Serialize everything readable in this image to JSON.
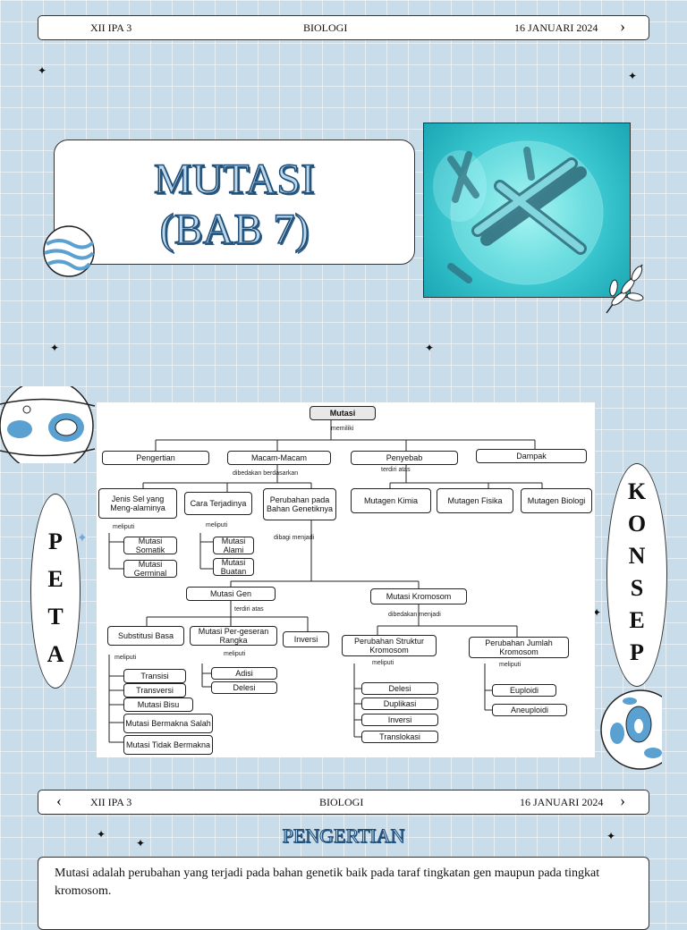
{
  "header_top": {
    "class": "XII IPA 3",
    "subject": "BIOLOGI",
    "date": "16 JANUARI 2024",
    "next": "›"
  },
  "title": {
    "line1": "MUTASI",
    "line2": "(BAB 7)"
  },
  "oval_left": {
    "letters": [
      "P",
      "E",
      "T",
      "A"
    ]
  },
  "oval_right": {
    "letters": [
      "K",
      "O",
      "N",
      "S",
      "E",
      "P"
    ]
  },
  "concept_map": {
    "root": "Mutasi",
    "root_link": "memiliki",
    "branches": [
      "Pengertian",
      "Macam-Macam",
      "Penyebab",
      "Dampak"
    ],
    "macam_link": "dibedakan berdasarkan",
    "penyebab_link": "terdiri atas",
    "macam_children": [
      "Jenis Sel yang Meng-alaminya",
      "Cara Terjadinya",
      "Perubahan pada Bahan Genetiknya"
    ],
    "penyebab_children": [
      "Mutagen Kimia",
      "Mutagen Fisika",
      "Mutagen Biologi"
    ],
    "meliputi": "meliputi",
    "jenis_sel": [
      "Mutasi Somatik",
      "Mutasi Germinal"
    ],
    "cara": [
      "Mutasi Alami",
      "Mutasi Buatan"
    ],
    "dibagi_menjadi": "dibagi menjadi",
    "mutasi_gen": "Mutasi Gen",
    "mutasi_kromosom": "Mutasi Kromosom",
    "gen_link": "terdiri atas",
    "kromosom_link": "dibedakan menjadi",
    "gen_children": [
      "Substitusi Basa",
      "Mutasi Per-geseran Rangka",
      "Inversi"
    ],
    "kromosom_children": [
      "Perubahan Struktur Kromosom",
      "Perubahan Jumlah Kromosom"
    ],
    "substitusi": [
      "Transisi",
      "Transversi",
      "Mutasi Bisu",
      "Mutasi Bermakna Salah",
      "Mutasi Tidak Bermakna"
    ],
    "pergeseran": [
      "Adisi",
      "Delesi"
    ],
    "struktur": [
      "Delesi",
      "Duplikasi",
      "Inversi",
      "Translokasi"
    ],
    "jumlah": [
      "Euploidi",
      "Aneuploidi"
    ]
  },
  "header_bottom": {
    "prev": "‹",
    "class": "XII IPA 3",
    "subject": "BIOLOGI",
    "date": "16 JANUARI 2024",
    "next": "›"
  },
  "section": {
    "title": "PENGERTIAN",
    "body": "Mutasi adalah perubahan yang terjadi pada bahan genetik baik pada taraf tingkatan gen maupun pada tingkat kromosom."
  }
}
